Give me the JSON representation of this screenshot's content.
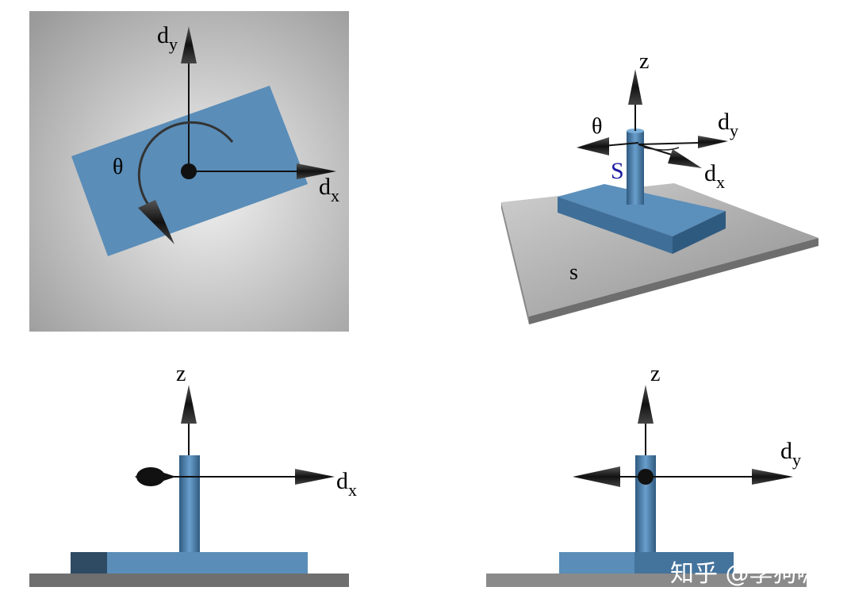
{
  "panels": {
    "top_left": {
      "dy_label": {
        "base": "d",
        "sub": "y"
      },
      "dx_label": {
        "base": "d",
        "sub": "x"
      },
      "theta_label": "θ"
    },
    "top_right": {
      "z_label": "z",
      "theta_label": "θ",
      "dy_label": {
        "base": "d",
        "sub": "y"
      },
      "dx_label": {
        "base": "d",
        "sub": "x"
      },
      "body_label": "S",
      "surface_label": "s"
    },
    "bottom_left": {
      "z_label": "z",
      "dx_label": {
        "base": "d",
        "sub": "x"
      }
    },
    "bottom_right": {
      "z_label": "z",
      "dy_label": {
        "base": "d",
        "sub": "y"
      }
    }
  },
  "watermark": "知乎 @李狗嗨",
  "colors": {
    "body_blue": "#5a8db8",
    "body_blue_dark": "#335a7d",
    "surface_gray": "#a0a0a0",
    "arrow": "#2a2a2a",
    "label_S": "#1a1aa0"
  }
}
